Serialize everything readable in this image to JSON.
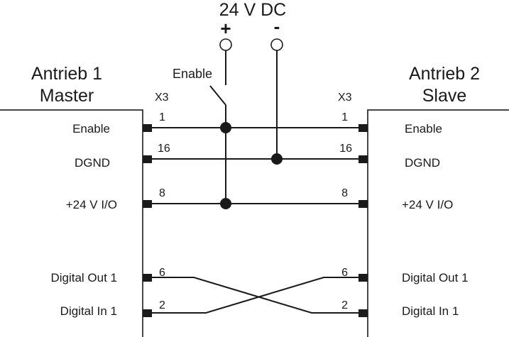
{
  "supply": {
    "label": "24 V DC",
    "plus": "+",
    "minus": "-"
  },
  "switch_label": "Enable",
  "drive1": {
    "title": "Antrieb 1",
    "role": "Master",
    "connector": "X3"
  },
  "drive2": {
    "title": "Antrieb 2",
    "role": "Slave",
    "connector": "X3"
  },
  "signals_left": [
    "Enable",
    "DGND",
    "+24 V I/O",
    "Digital Out 1",
    "Digital In 1"
  ],
  "signals_right": [
    "Enable",
    "DGND",
    "+24 V I/O",
    "Digital Out 1",
    "Digital In 1"
  ],
  "pins_left": [
    "1",
    "16",
    "8",
    "6",
    "2"
  ],
  "pins_right": [
    "1",
    "16",
    "8",
    "6",
    "2"
  ],
  "colors": {
    "line": "#1a1a1a",
    "background": "#ffffff"
  }
}
